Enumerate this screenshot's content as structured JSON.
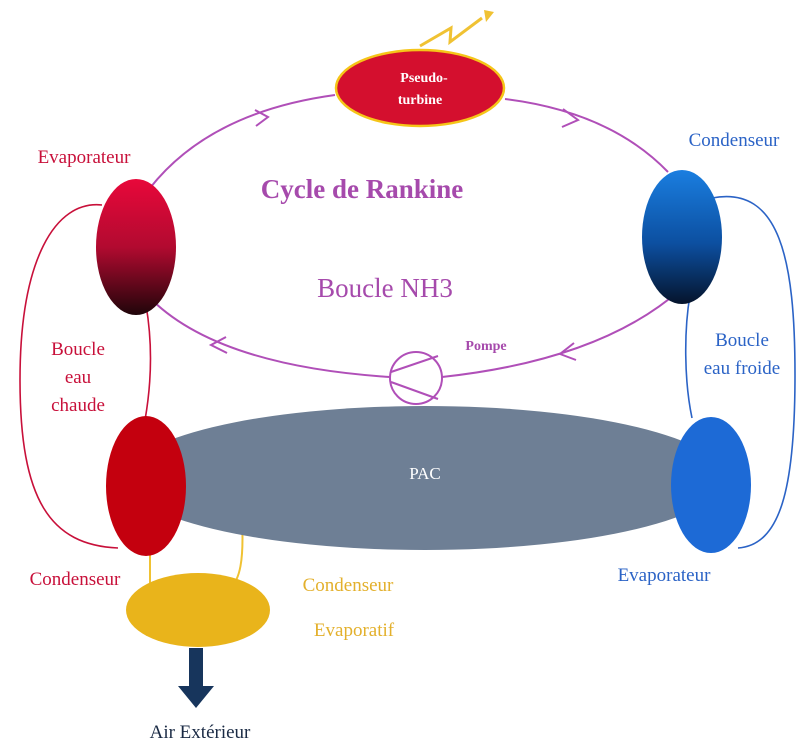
{
  "labels": {
    "turbine_line1": "Pseudo-",
    "turbine_line2": "turbine",
    "cycle_title": "Cycle de Rankine",
    "loop_nh3": "Boucle NH3",
    "pump": "Pompe",
    "evaporator_hot": "Evaporateur",
    "condenser_cold": "Condenseur",
    "hot_loop_line1": "Boucle",
    "hot_loop_line2": "eau",
    "hot_loop_line3": "chaude",
    "cold_loop_line1": "Boucle",
    "cold_loop_line2": "eau froide",
    "pac": "PAC",
    "condenser_pac": "Condenseur",
    "evaporator_pac": "Evaporateur",
    "evap_condenser_line1": "Condenseur",
    "evap_condenser_line2": "Evaporatif",
    "air": "Air Extérieur"
  },
  "colors": {
    "rankine_loop": "#b04fb8",
    "hot_loop": "#c8103a",
    "cold_loop": "#2b63c6",
    "yellow_loop": "#f0c233",
    "pac_gray": "#6e7f95",
    "turbine_fill": "#d40f2e",
    "turbine_border": "#f5c518",
    "condenser_red": "#c4000e",
    "evaporator_blue": "#1d6ad6",
    "evap_condenser_yellow": "#e9b41b",
    "arrow_navy": "#17355c",
    "label_red": "#c8103a",
    "label_blue": "#2b63c6",
    "label_purple": "#a64aac",
    "label_yellow": "#e3b02c"
  }
}
